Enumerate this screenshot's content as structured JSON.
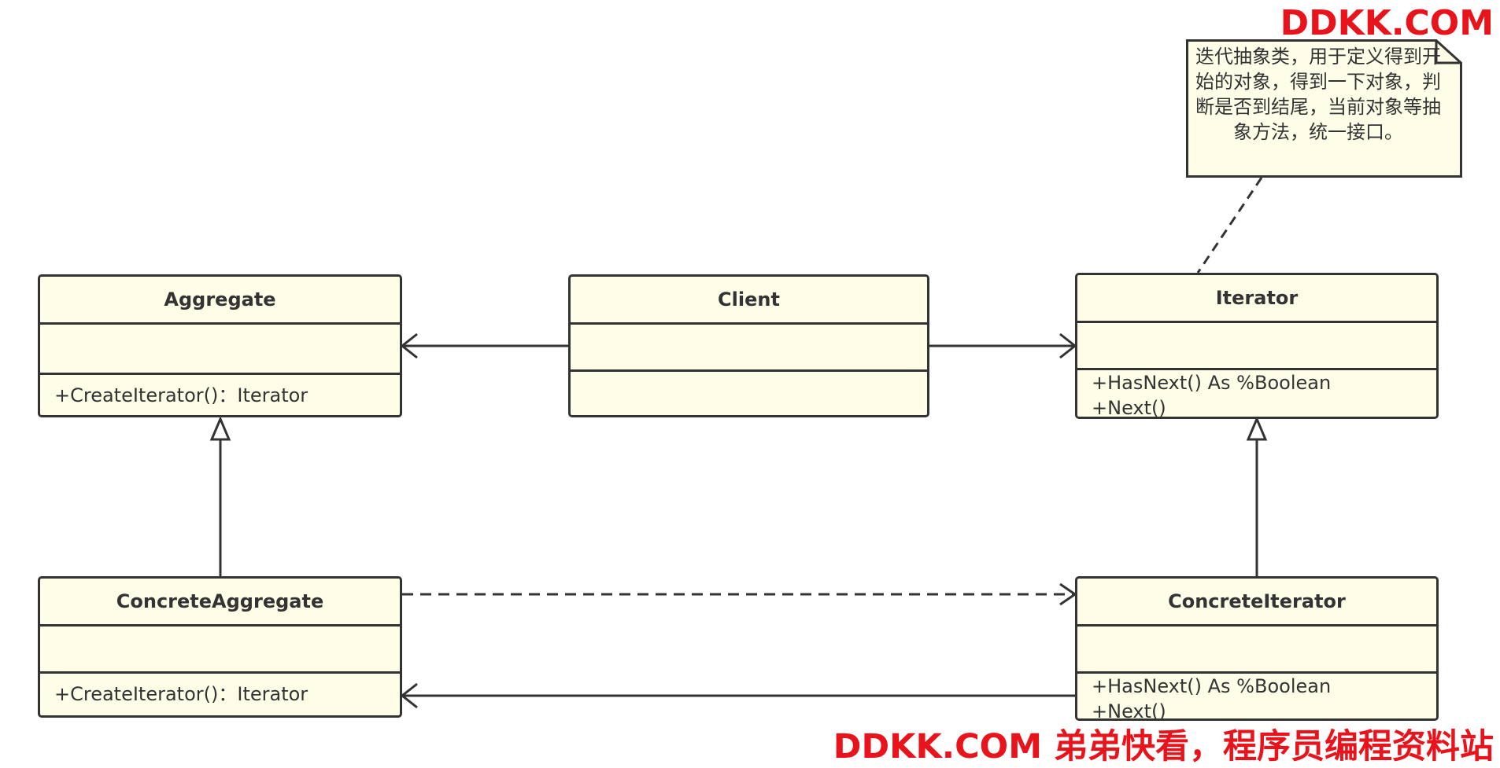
{
  "classes": {
    "aggregate": {
      "name": "Aggregate",
      "methods": [
        "+CreateIterator()：Iterator"
      ]
    },
    "client": {
      "name": "Client",
      "methods": []
    },
    "iterator": {
      "name": "Iterator",
      "methods": [
        "+HasNext() As %Boolean",
        "+Next()"
      ]
    },
    "concrete_aggregate": {
      "name": "ConcreteAggregate",
      "methods": [
        "+CreateIterator()：Iterator"
      ]
    },
    "concrete_iterator": {
      "name": "ConcreteIterator",
      "methods": [
        "+HasNext() As %Boolean",
        "+Next()"
      ]
    }
  },
  "note": {
    "text": "迭代抽象类，用于定义得到开始的对象，得到一下对象，判断是否到结尾，当前对象等抽象方法，统一接口。"
  },
  "watermark": {
    "top": "DDKK.COM",
    "bottom": "DDKK.COM 弟弟快看，程序员编程资料站"
  },
  "colors": {
    "class_fill": "#fefee8",
    "stroke": "#333333",
    "watermark": "#e8131b"
  }
}
